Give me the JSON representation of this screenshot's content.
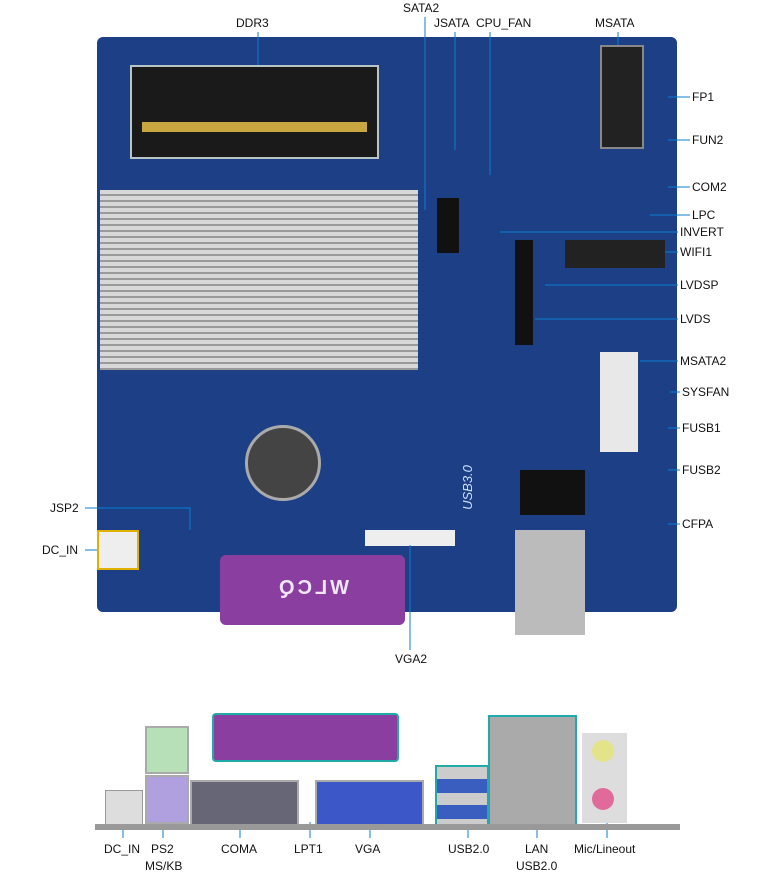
{
  "top_labels": {
    "ddr3": "DDR3",
    "sata2": "SATA2",
    "jsata": "JSATA",
    "cpu_fan": "CPU_FAN",
    "msata": "MSATA"
  },
  "right_labels": {
    "fp1": "FP1",
    "fun2": "FUN2",
    "com2": "COM2",
    "lpc": "LPC",
    "invert": "INVERT",
    "wifi1": "WIFI1",
    "lvdsp": "LVDSP",
    "lvds": "LVDS",
    "msata2": "MSATA2",
    "sysfan": "SYSFAN",
    "fusb1": "FUSB1",
    "fusb2": "FUSB2",
    "cfpa": "CFPA"
  },
  "left_labels": {
    "jsp2": "JSP2",
    "dc_in": "DC_IN"
  },
  "bottom_labels": {
    "vga2": "VGA2"
  },
  "io_panel": {
    "dc_in": "DC_IN",
    "ps2": "PS2",
    "ms_kb": "MS/KB",
    "coma": "COMA",
    "lpt1": "LPT1",
    "vga": "VGA",
    "usb20": "USB2.0",
    "lan": "LAN",
    "lan_usb": "USB2.0",
    "mic": "Mic/Lineout"
  },
  "board_marking": {
    "usb3": "USB3.0",
    "lpt": "WLCQ"
  }
}
